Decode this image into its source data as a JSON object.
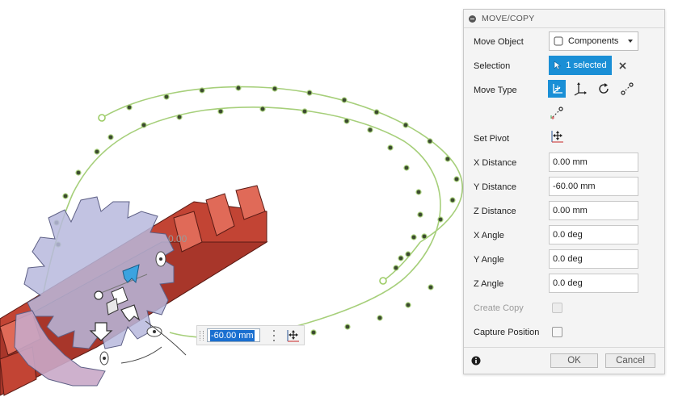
{
  "panel": {
    "title": "MOVE/COPY",
    "move_object": {
      "label": "Move Object",
      "value": "Components"
    },
    "selection": {
      "label": "Selection",
      "value": "1 selected"
    },
    "move_type": {
      "label": "Move Type"
    },
    "set_pivot": {
      "label": "Set Pivot"
    },
    "x_distance": {
      "label": "X Distance",
      "value": "0.00 mm"
    },
    "y_distance": {
      "label": "Y Distance",
      "value": "-60.00 mm"
    },
    "z_distance": {
      "label": "Z Distance",
      "value": "0.00 mm"
    },
    "x_angle": {
      "label": "X Angle",
      "value": "0.0 deg"
    },
    "y_angle": {
      "label": "Y Angle",
      "value": "0.0 deg"
    },
    "z_angle": {
      "label": "Z Angle",
      "value": "0.0 deg"
    },
    "create_copy": {
      "label": "Create Copy",
      "checked": false,
      "enabled": false
    },
    "capture_position": {
      "label": "Capture Position",
      "checked": false
    },
    "ok_label": "OK",
    "cancel_label": "Cancel"
  },
  "mini_toolbar": {
    "value": "-60.00 mm"
  },
  "viewport": {
    "dimension_label": "0.00"
  },
  "colors": {
    "accent": "#1a8fd6",
    "path": "#9ccc65",
    "rack": "#c0392b",
    "gear": "#b4b7dc"
  }
}
